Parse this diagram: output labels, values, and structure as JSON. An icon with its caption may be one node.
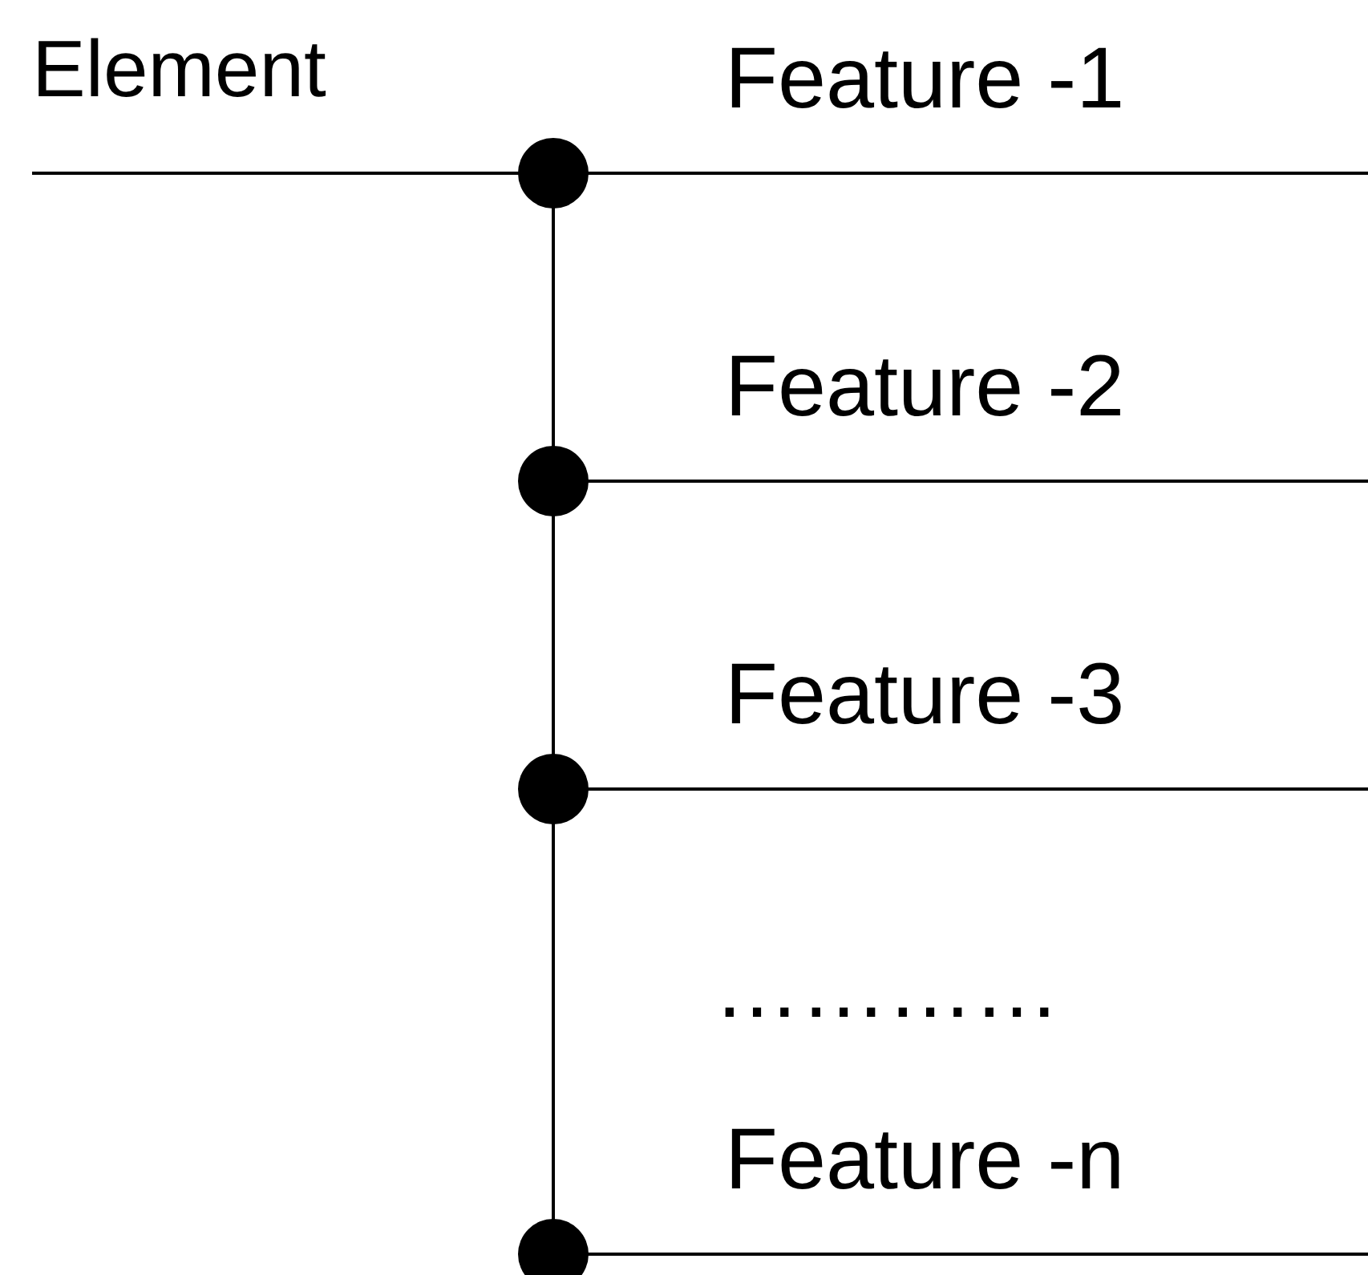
{
  "diagram": {
    "nodes": [
      {
        "text": [
          "Element"
        ]
      },
      {
        "text": [
          "Feature -1"
        ]
      },
      {
        "text": [
          "Feature -2"
        ]
      },
      {
        "text": [
          "Feature -3"
        ]
      },
      {
        "text": [
          "Feature -n"
        ]
      }
    ],
    "edges": [
      {
        "from": 0,
        "to": 1,
        "arrow": "other"
      },
      {
        "from": 0,
        "to": 2,
        "arrow": "other"
      },
      {
        "from": 0,
        "to": 3,
        "arrow": "other"
      },
      {
        "from": 0,
        "to": 4,
        "arrow": "other"
      }
    ],
    "labels": [
      "…………"
    ]
  }
}
